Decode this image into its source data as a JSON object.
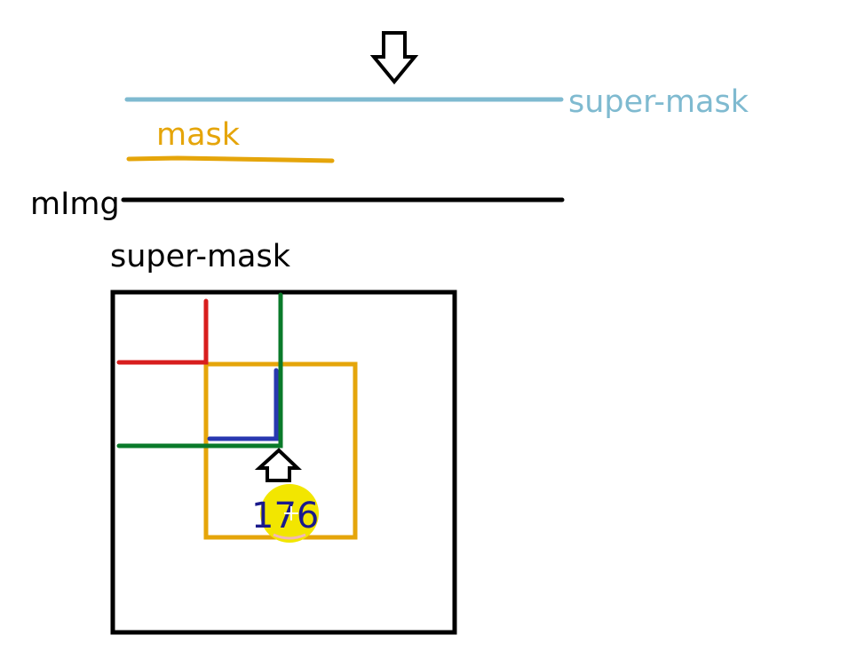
{
  "labels": {
    "super_mask_right": "super-mask",
    "mask": "mask",
    "mimg": "mImg",
    "super_mask_title": "super-mask",
    "cursor_value": "176"
  },
  "colors": {
    "super_mask_line": "#7fbad0",
    "mask_line": "#e5a50a",
    "mimg_line": "#000000",
    "outer_box": "#000000",
    "inner_box": "#e5a50a",
    "red_guide": "#d81e1e",
    "green_guide": "#0a7a2a",
    "blue_guide": "#2838b0",
    "cursor_highlight": "#f2e600",
    "cursor_text": "#1a1a8c"
  },
  "icons": {
    "top_arrow": "down-arrow-icon",
    "inner_arrow": "up-arrow-icon"
  }
}
